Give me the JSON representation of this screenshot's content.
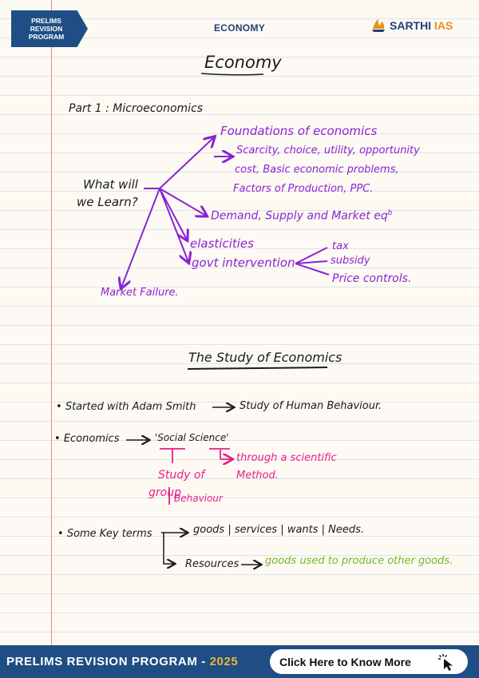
{
  "header": {
    "badge_lines": [
      "PRELIMS",
      "REVISION",
      "PROGRAM"
    ],
    "title": "ECONOMY",
    "logo_main": "SARTHI",
    "logo_accent": "IAS",
    "logo_icon": "flame-logo-icon"
  },
  "notes": {
    "title": "Economy",
    "part": "Part 1 : Microeconomics",
    "question_line1": "What will",
    "question_line2": "we Learn?",
    "branches": {
      "foundations": "Foundations of economics",
      "foundations_detail": [
        "Scarcity, choice, utility, opportunity",
        "cost, Basic economic problems,",
        "Factors of Production, PPC."
      ],
      "demand": "Demand, Supply and Market eq",
      "demand_sup": "b",
      "elasticities": "elasticities",
      "govt": "govt intervention",
      "govt_items": [
        "tax",
        "subsidy",
        "Price controls."
      ],
      "market_failure": "Market Failure."
    },
    "study_title": "The Study of Economics",
    "bullet1_left": "Started with Adam Smith",
    "bullet1_right": "Study of Human Behaviour.",
    "bullet2_left": "Economics",
    "bullet2_quote": "'Social Science'",
    "study_of": "Study of",
    "group": "group",
    "behaviour": "Behaviour",
    "through_line1": "through a scientific",
    "through_line2": "Method.",
    "bullet3_left": "Some Key terms",
    "terms": "goods | services | wants | Needs.",
    "resources": "Resources",
    "resources_def": "goods used to produce other goods."
  },
  "colors": {
    "ink": "#1b1b1b",
    "purple": "#8a23d6",
    "pink": "#e81d8e",
    "green": "#7ab62a",
    "brand_navy": "#1f4e84",
    "brand_orange": "#e8921c"
  },
  "footer": {
    "program": "PRELIMS REVISION PROGRAM",
    "year": "2025",
    "cta": "Click Here to Know More",
    "cta_icon": "cursor-click-icon"
  }
}
